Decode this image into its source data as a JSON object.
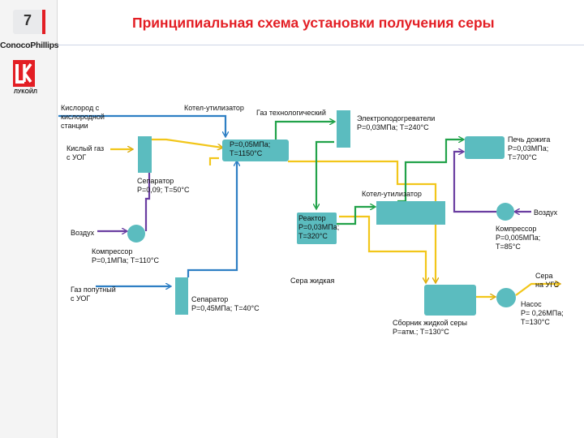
{
  "slide_number": "7",
  "title": "Принципиальная схема установки получения серы",
  "logos": {
    "conoco": "ConocoPhillips",
    "lukoil": "ЛУКОЙЛ"
  },
  "colors": {
    "title": "#e31e24",
    "equipment": "#5bbcbf",
    "oxygen": "#2e7fc4",
    "acid_gas": "#f2c61a",
    "air": "#6a3ea1",
    "process_gas": "#22a24a"
  },
  "labels": {
    "oxygen": [
      "Кислород с",
      "кислородной",
      "станции"
    ],
    "acid_gas": [
      "Кислый газ",
      "с УОГ"
    ],
    "separator1": [
      "Сепаратор",
      "P=0,09; T=50°C"
    ],
    "air1": "Воздух",
    "compressor1": [
      "Компрессор",
      "P=0,1МПа; T=110°C"
    ],
    "assoc_gas": [
      "Газ попутный",
      "с УОГ"
    ],
    "separator2": [
      "Сепаратор",
      "P=0,45МПа; T=40°C"
    ],
    "waste_boiler1": "Котел-утилизатор",
    "furnace": [
      "P=0,05МПа;",
      "T=1150°C"
    ],
    "process_gas": "Газ технологический",
    "heaters": [
      "Электроподогреватели",
      "P=0,03МПа; T=240°C"
    ],
    "reactor": [
      "Реактор",
      "P=0,03МПа;",
      "T=320°C"
    ],
    "waste_boiler2": "Котел-утилизатор",
    "liquid_sulfur": "Сера жидкая",
    "incinerator": [
      "Печь дожига",
      "P=0,03МПа;",
      "T=700°C"
    ],
    "air2": "Воздух",
    "compressor2": [
      "Компрессор",
      "P=0,005МПа;",
      "T=85°C"
    ],
    "sulfur_out": [
      "Сера",
      "на УГС"
    ],
    "pump": [
      "Насос",
      "P= 0,26МПа;",
      "T=130°C"
    ],
    "collector": [
      "Сборник жидкой серы",
      "P=атм.; T=130°C"
    ]
  }
}
